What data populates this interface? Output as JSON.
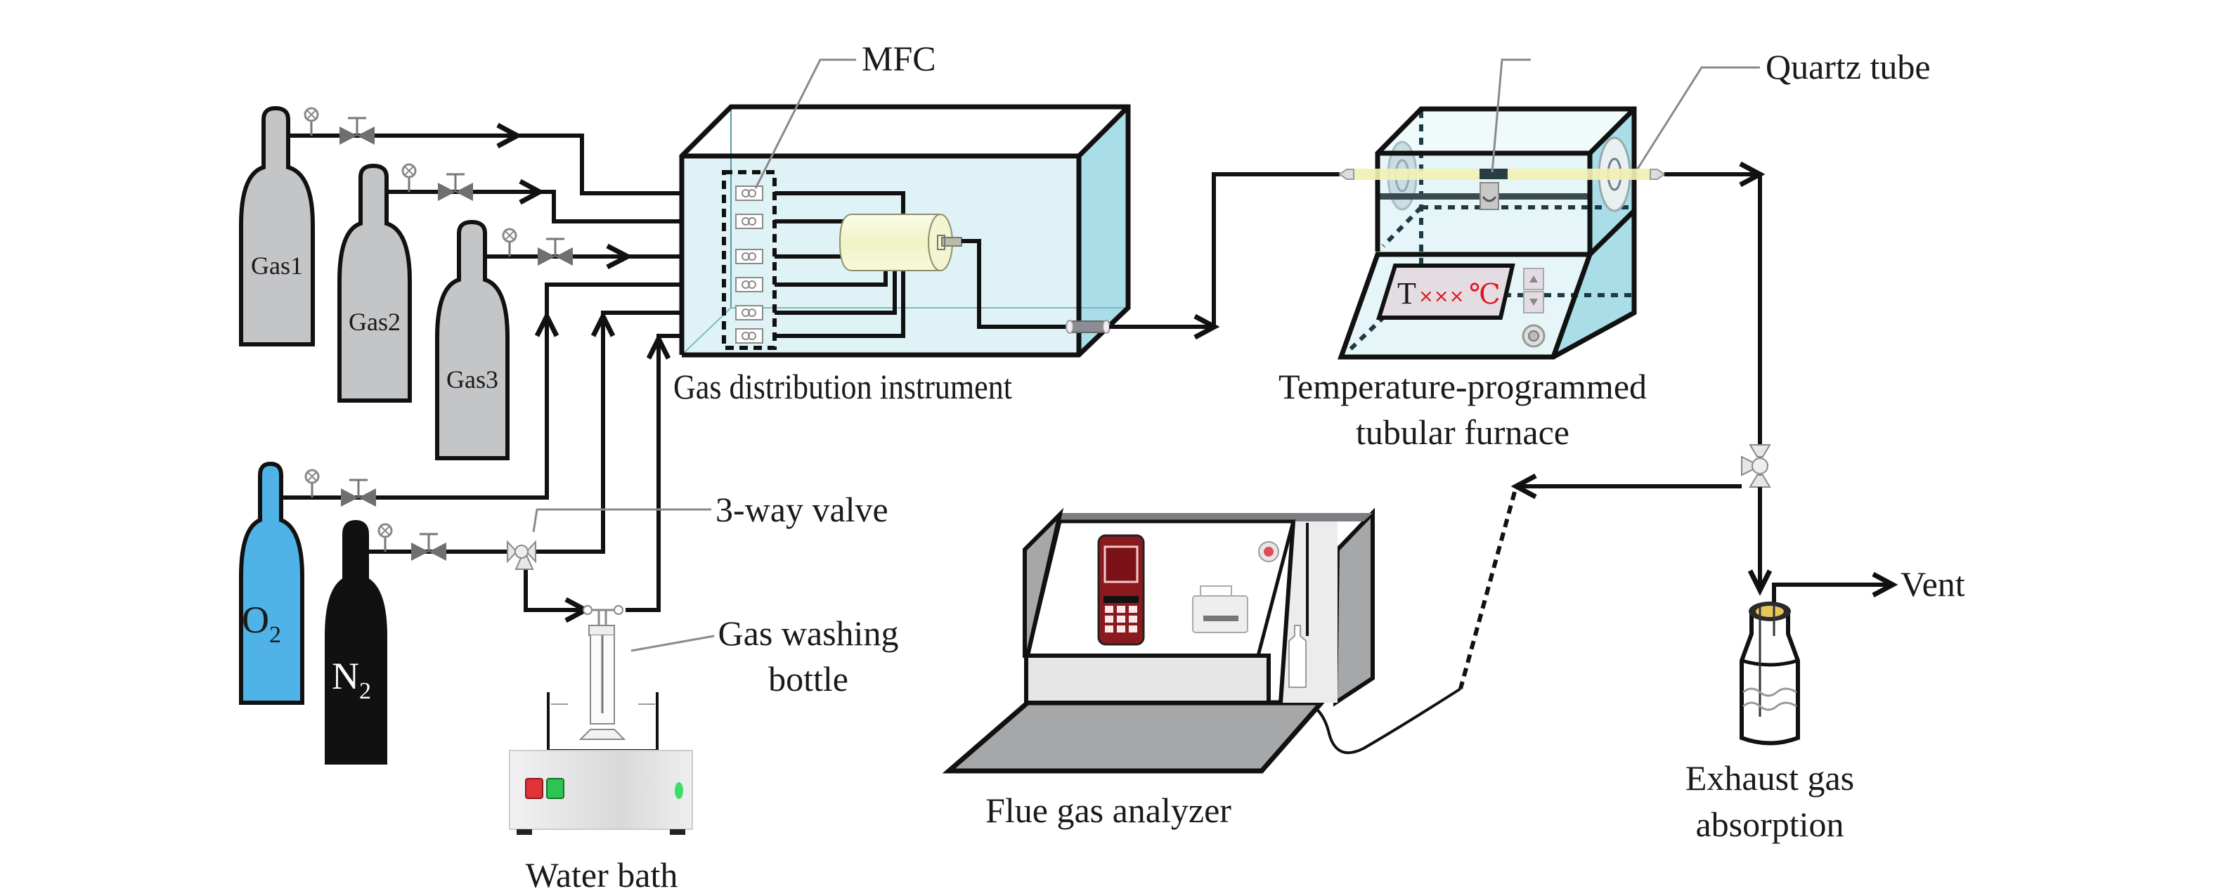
{
  "figure": {
    "title": "Experimental setup schematic",
    "labels": {
      "mfc": "MFC",
      "quartz_tube": "Quartz tube",
      "gas_distribution": "Gas distribution instrument",
      "furnace_line1": "Temperature-programmed",
      "furnace_line2": "tubular furnace",
      "three_way_valve": "3-way valve",
      "gas_washing_line1": "Gas washing",
      "gas_washing_line2": "bottle",
      "water_bath": "Water bath",
      "flue_gas_analyzer": "Flue gas analyzer",
      "exhaust_line1": "Exhaust gas",
      "exhaust_line2": "absorption",
      "vent": "Vent"
    },
    "cylinders": [
      {
        "id": "gas1",
        "label": "Gas1",
        "color": "#c4c5c7",
        "text_color": "#1a1a1a"
      },
      {
        "id": "gas2",
        "label": "Gas2",
        "color": "#c4c5c7",
        "text_color": "#1a1a1a"
      },
      {
        "id": "gas3",
        "label": "Gas3",
        "color": "#c4c5c7",
        "text_color": "#1a1a1a"
      },
      {
        "id": "o2",
        "label": "O",
        "subscript": "2",
        "color": "#4fb3e8",
        "text_color": "#1a1a1a"
      },
      {
        "id": "n2",
        "label": "N",
        "subscript": "2",
        "color": "#111111",
        "text_color": "#ffffff"
      }
    ],
    "furnace_display": {
      "prefix": "T",
      "value": "×××",
      "unit": "℃",
      "value_color": "#e0141e"
    },
    "mfc_count": 6,
    "colors": {
      "box_fill": "#dff3f6",
      "box_side": "#a9dde8",
      "reactor_fill": "#f6f8d6",
      "quartz_fill": "#f2f0b4",
      "analyzer_gray": "#a6a7a9",
      "phone_red": "#8b1a1f",
      "water_bath_red": "#e2323a",
      "water_bath_green": "#2dc452"
    }
  }
}
